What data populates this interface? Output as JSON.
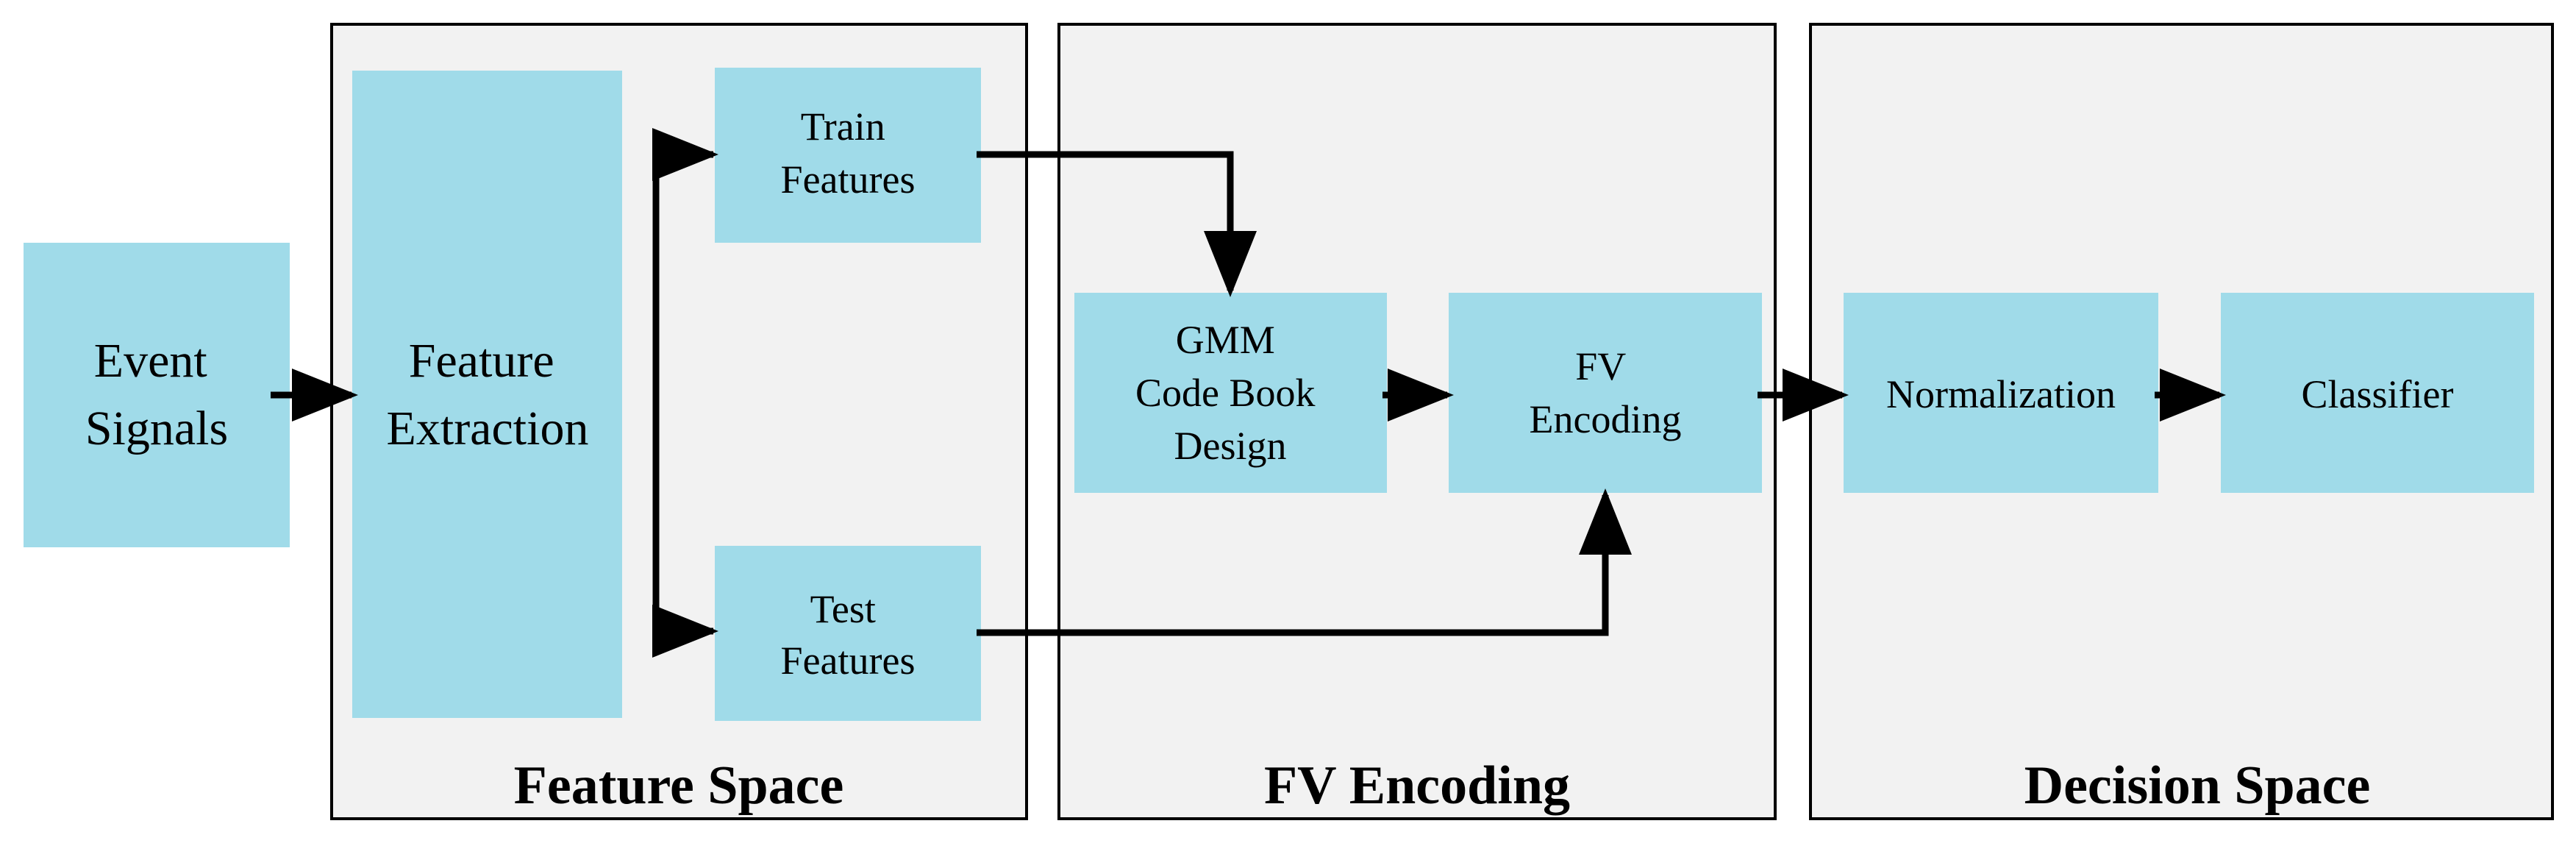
{
  "colors": {
    "panel_fill": "#f2f2f2",
    "panel_stroke": "#000000",
    "box_fill": "#a0dbe9",
    "arrow": "#000000"
  },
  "panels": {
    "feature_space": "Feature Space",
    "fv_encoding": "FV Encoding",
    "decision_space": "Decision Space"
  },
  "boxes": {
    "event_signals": [
      "Event",
      "Signals"
    ],
    "feature_extraction": [
      "Feature",
      "Extraction"
    ],
    "train_features": [
      "Train",
      "Features"
    ],
    "test_features": [
      "Test",
      "Features"
    ],
    "gmm": [
      "GMM",
      "Code Book",
      "Design"
    ],
    "fv_encoding": [
      "FV",
      "Encoding"
    ],
    "normalization": [
      "Normalization"
    ],
    "classifier": [
      "Classifier"
    ]
  }
}
